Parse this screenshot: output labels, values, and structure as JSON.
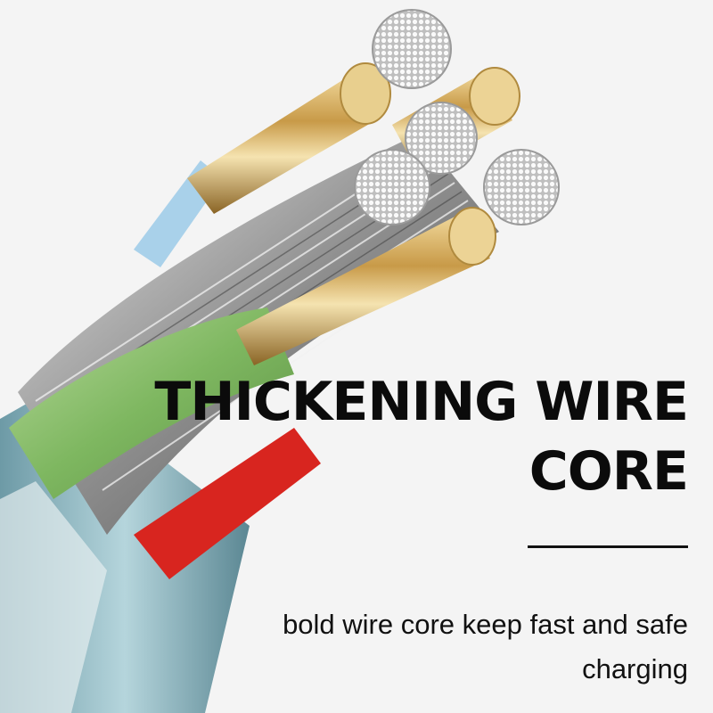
{
  "headline": {
    "line1": "THICKENING WIRE",
    "line2": "CORE"
  },
  "caption": "bold wire core keep fast and safe charging",
  "colors": {
    "background": "#f4f4f4",
    "text": "#0b0b0b",
    "copper_gold": "#d9b46a",
    "green_insulation": "#8fbf72",
    "red_insulation": "#d8251f",
    "blue_insulation": "#a9d1ea",
    "outer_jacket": "#7fb3bf",
    "tinned_strands": "#d6d6d6"
  }
}
